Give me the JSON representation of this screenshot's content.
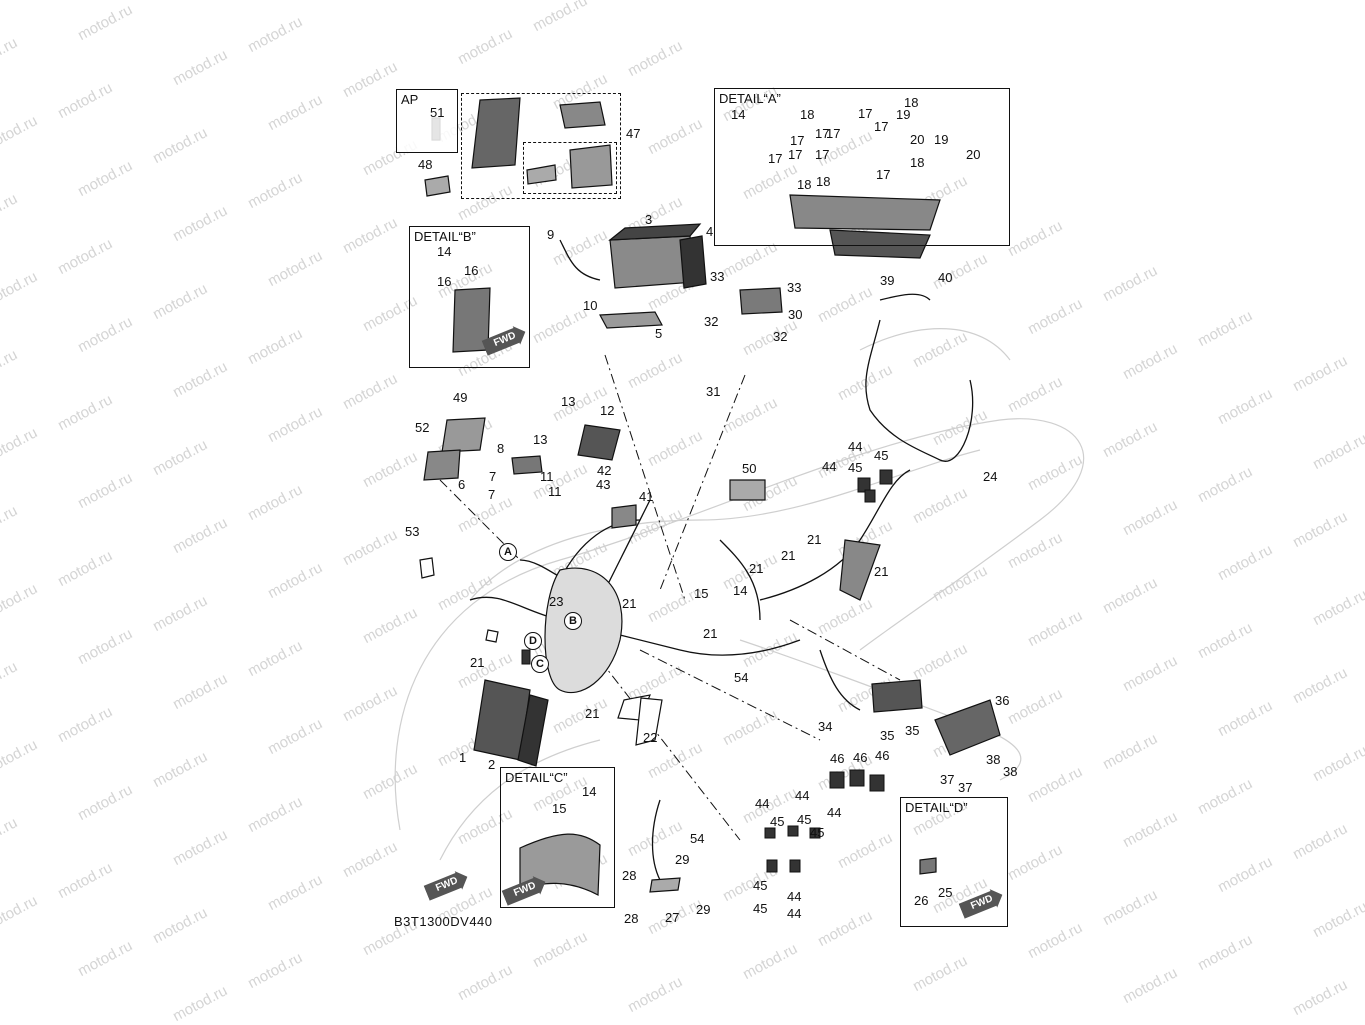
{
  "watermark": "motod.ru",
  "diagram_code": "B3T1300DV440",
  "ap": {
    "title": "AP",
    "labels": [
      "51",
      "48"
    ]
  },
  "detail_a": {
    "title": "DETAIL“A”",
    "labels": [
      "14",
      "17",
      "19",
      "17",
      "18",
      "17",
      "17",
      "20",
      "18",
      "17",
      "17",
      "18",
      "19",
      "20",
      "18",
      "17",
      "18",
      "17",
      "17"
    ]
  },
  "detail_b": {
    "title": "DETAIL“B”",
    "labels": [
      "14",
      "16",
      "16"
    ]
  },
  "detail_c": {
    "title": "DETAIL“C”",
    "labels": [
      "15",
      "14"
    ]
  },
  "detail_d": {
    "title": "DETAIL“D”",
    "labels": [
      "25",
      "26"
    ]
  },
  "fwd_label": "FWD",
  "markers": [
    "A",
    "B",
    "C",
    "D"
  ],
  "main_labels": [
    "47",
    "3",
    "4",
    "9",
    "10",
    "5",
    "33",
    "33",
    "30",
    "32",
    "32",
    "31",
    "39",
    "40",
    "49",
    "52",
    "13",
    "13",
    "12",
    "8",
    "7",
    "7",
    "11",
    "11",
    "6",
    "42",
    "43",
    "41",
    "50",
    "44",
    "45",
    "44",
    "45",
    "24",
    "53",
    "21",
    "21",
    "21",
    "21",
    "21",
    "21",
    "15",
    "14",
    "23",
    "21",
    "54",
    "21",
    "22",
    "1",
    "2",
    "34",
    "35",
    "35",
    "36",
    "37",
    "38",
    "37",
    "38",
    "46",
    "46",
    "46",
    "54",
    "44",
    "44",
    "45",
    "45",
    "44",
    "45",
    "45",
    "44",
    "45",
    "44",
    "29",
    "28",
    "28",
    "27",
    "29"
  ]
}
